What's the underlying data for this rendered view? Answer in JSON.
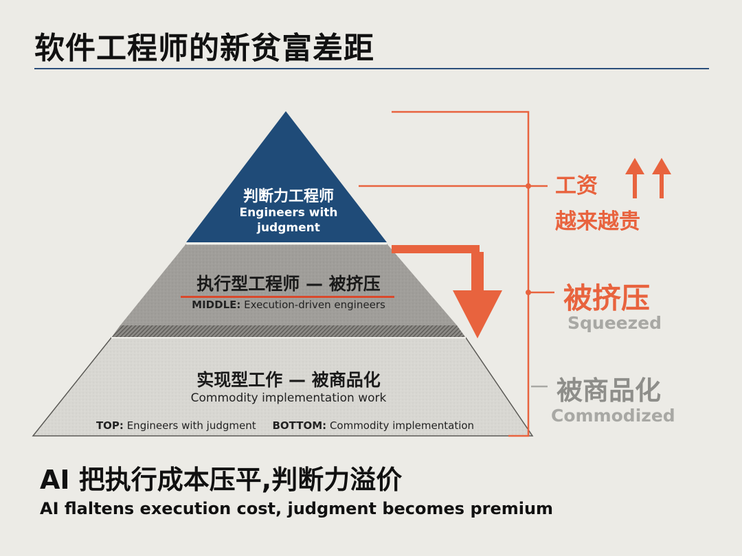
{
  "title": "软件工程师的新贫富差距",
  "pyramid": {
    "top": {
      "cn": "判断力工程师",
      "en": "Engineers with judgment"
    },
    "middle": {
      "cn": "执行型工程师 — 被挤压",
      "en_prefix": "MIDDLE:",
      "en": "Execution-driven engineers"
    },
    "bottom": {
      "cn": "实现型工作 — 被商品化",
      "en": "Commodity implementation work"
    },
    "legend": {
      "top_key": "TOP:",
      "top_val": "Engineers with judgment",
      "bottom_key": "BOTTOM:",
      "bottom_val": "Commodity implementation"
    }
  },
  "right": {
    "wage_line1": "工资",
    "wage_line2": "越来越贵",
    "squeezed_cn": "被挤压",
    "squeezed_en": "Squeezed",
    "commodized_cn": "被商品化",
    "commodized_en": "Commodized"
  },
  "conclusion": {
    "cn": "AI 把执行成本压平,判断力溢价",
    "en": "AI flaltens execution cost, judgment becomes premium"
  },
  "colors": {
    "top_tier": "#1f4b78",
    "middle_tier": "#9a9894",
    "bottom_tier": "#d6d5d0",
    "accent": "#e8633e",
    "gray_text": "#8e8e8a"
  }
}
